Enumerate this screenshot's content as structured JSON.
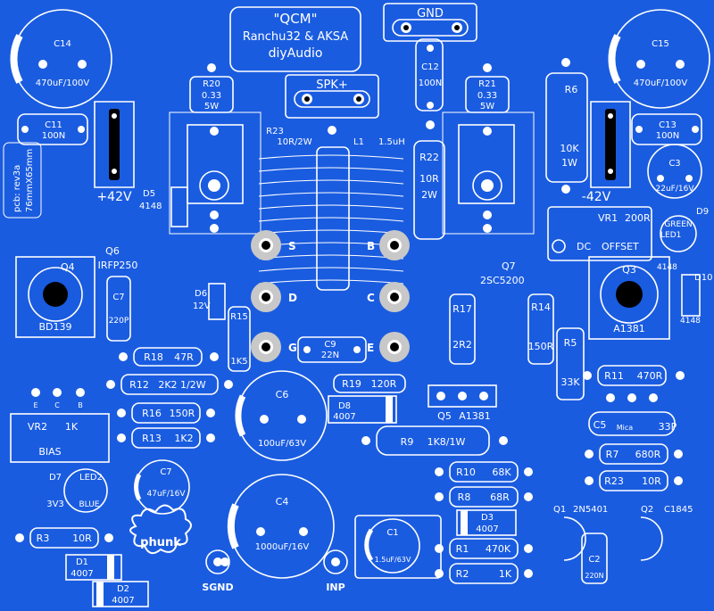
{
  "board": {
    "title": "\"QCM\"",
    "subtitle": "Ranchu32 & AKSA",
    "site": "diyAudio",
    "rev": "pcb: rev3a",
    "size": "76mmX65mm",
    "logo": "phunk",
    "background_color": "#1a5ce0",
    "silkscreen_color": "#ffffff"
  },
  "connectors": {
    "gnd": "GND",
    "spk": "SPK+",
    "sgnd": "SGND",
    "inp": "INP",
    "v_pos": "+42V",
    "v_neg": "-42V"
  },
  "mosfet_pins": {
    "s": "S",
    "d": "D",
    "g": "G",
    "b": "B",
    "c": "C",
    "e": "E"
  },
  "parts": {
    "c14": {
      "ref": "C14",
      "val": "470uF/100V"
    },
    "c15": {
      "ref": "C15",
      "val": "470uF/100V"
    },
    "c11": {
      "ref": "C11",
      "val": "100N"
    },
    "c13": {
      "ref": "C13",
      "val": "100N"
    },
    "c12": {
      "ref": "C12",
      "val": "100N"
    },
    "r20": {
      "ref": "R20",
      "val": "0.33",
      "val2": "5W"
    },
    "r21": {
      "ref": "R21",
      "val": "0.33",
      "val2": "5W"
    },
    "r6": {
      "ref": "R6",
      "val": "10K",
      "val2": "1W"
    },
    "r23a": {
      "ref": "R23",
      "val": "10R/2W"
    },
    "l1": {
      "ref": "L1",
      "val": "1.5uH"
    },
    "r22": {
      "ref": "R22",
      "val": "10R",
      "val2": "2W"
    },
    "c3": {
      "ref": "C3",
      "val": "22uF/16V"
    },
    "vr1": {
      "ref": "VR1",
      "val": "200R",
      "l1": "DC",
      "l2": "OFFSET"
    },
    "d9": {
      "ref": "D9",
      "val": "GREEN",
      "l1": "LED1",
      "val2": "4148"
    },
    "d10": {
      "ref": "D10",
      "val": "4148"
    },
    "d5": {
      "ref": "D5",
      "val": "4148"
    },
    "q6": {
      "ref": "Q6",
      "val": "IRFP250"
    },
    "q4": {
      "ref": "Q4",
      "val": "BD139"
    },
    "c7a": {
      "ref": "C7",
      "val": "220P"
    },
    "d6": {
      "ref": "D6",
      "val": "12V"
    },
    "r15": {
      "ref": "R15",
      "val": "1K5"
    },
    "q7": {
      "ref": "Q7",
      "val": "2SC5200"
    },
    "q3": {
      "ref": "Q3",
      "val": "A1381"
    },
    "r17": {
      "ref": "R17",
      "val": "2R2"
    },
    "r14": {
      "ref": "R14",
      "val": "150R"
    },
    "r5": {
      "ref": "R5",
      "val": "33K"
    },
    "r18": {
      "ref": "R18",
      "val": "47R"
    },
    "c9": {
      "ref": "C9",
      "val": "22N"
    },
    "r12": {
      "ref": "R12",
      "val": "2K2 1/2W"
    },
    "r19": {
      "ref": "R19",
      "val": "120R"
    },
    "q5": {
      "ref": "Q5",
      "val": "A1381"
    },
    "r11": {
      "ref": "R11",
      "val": "470R"
    },
    "c6": {
      "ref": "C6",
      "val": "100uF/63V"
    },
    "r16": {
      "ref": "R16",
      "val": "150R"
    },
    "d8": {
      "ref": "D8",
      "val": "4007"
    },
    "c5": {
      "ref": "C5",
      "val": "33P",
      "val2": "Mica"
    },
    "vr2": {
      "ref": "VR2",
      "val": "1K",
      "val2": "BIAS"
    },
    "r13": {
      "ref": "R13",
      "val": "1K2"
    },
    "r9": {
      "ref": "R9",
      "val": "1K8/1W"
    },
    "r7": {
      "ref": "R7",
      "val": "680R"
    },
    "c7b": {
      "ref": "C7",
      "val": "47uF/16V"
    },
    "r10": {
      "ref": "R10",
      "val": "68K"
    },
    "r23b": {
      "ref": "R23",
      "val": "10R"
    },
    "d7": {
      "ref": "D7",
      "val": "3V3",
      "l1": "LED2",
      "l2": "BLUE"
    },
    "r8": {
      "ref": "R8",
      "val": "68R"
    },
    "c4": {
      "ref": "C4",
      "val": "1000uF/16V"
    },
    "q1": {
      "ref": "Q1",
      "val": "2N5401"
    },
    "q2": {
      "ref": "Q2",
      "val": "C1845"
    },
    "d3": {
      "ref": "D3",
      "val": "4007"
    },
    "c1": {
      "ref": "C1",
      "val": "1.5uF/63V"
    },
    "r3": {
      "ref": "R3",
      "val": "10R"
    },
    "r1": {
      "ref": "R1",
      "val": "470K"
    },
    "d1": {
      "ref": "D1",
      "val": "4007"
    },
    "r2": {
      "ref": "R2",
      "val": "1K"
    },
    "c2": {
      "ref": "C2",
      "val": "220N"
    },
    "d2": {
      "ref": "D2",
      "val": "4007"
    }
  },
  "pin_letters": {
    "e": "E",
    "c": "C",
    "b": "B"
  }
}
